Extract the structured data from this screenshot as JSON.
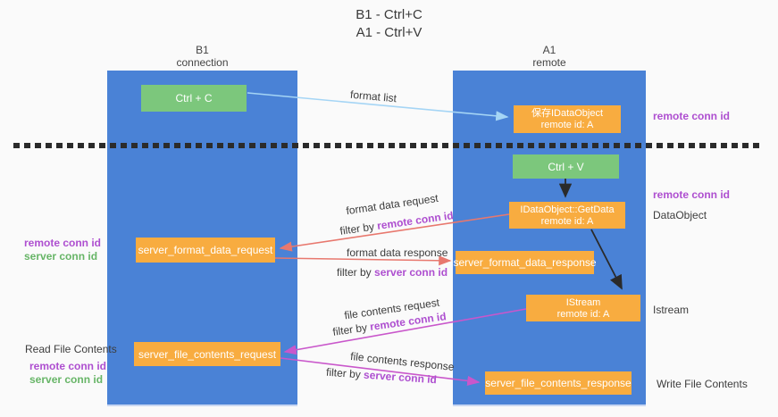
{
  "title": {
    "line1": "B1 - Ctrl+C",
    "line2": "A1 - Ctrl+V"
  },
  "columns": {
    "left": {
      "name": "B1",
      "role": "connection"
    },
    "right": {
      "name": "A1",
      "role": "remote"
    }
  },
  "nodes": {
    "ctrl_c": {
      "label": "Ctrl + C"
    },
    "ctrl_v": {
      "label": "Ctrl + V"
    },
    "save_dataobject": {
      "line1": "保存IDataObject",
      "line2": "remote id: A"
    },
    "getdata": {
      "line1": "IDataObject::GetData",
      "line2": "remote id: A"
    },
    "istream": {
      "line1": "IStream",
      "line2": "remote id: A"
    },
    "format_request": {
      "label": "server_format_data_request"
    },
    "format_response": {
      "label": "server_format_data_response"
    },
    "file_request": {
      "label": "server_file_contents_request"
    },
    "file_response": {
      "label": "server_file_contents_response"
    }
  },
  "side_labels": {
    "right_top_conn": "remote conn id",
    "right_mid_conn": "remote conn id",
    "dataobject": "DataObject",
    "istream": "Istream",
    "write_file": "Write File Contents",
    "left_remote_conn": "remote conn id",
    "left_server_conn": "server conn id",
    "read_file": "Read File Contents",
    "left_remote_conn2": "remote conn id",
    "left_server_conn2": "server conn id"
  },
  "flow_labels": {
    "format_list": "format list",
    "format_request": {
      "line": "format data request",
      "prefix": "filter by ",
      "key": "remote conn id"
    },
    "format_response": {
      "line": "format data response",
      "prefix": "filter by ",
      "key": "server conn id"
    },
    "file_request": {
      "line": "file contents request",
      "prefix": "filter by ",
      "key": "remote conn id"
    },
    "file_response": {
      "line": "file contents response",
      "prefix": "filter by ",
      "key": "server conn id"
    }
  },
  "colors": {
    "background": "#fafafa",
    "column_blue": "#4a82d6",
    "box_green": "#7cc77c",
    "box_orange": "#f8ac40",
    "text_purple": "#ae4fd0",
    "text_green": "#67b567",
    "arrow_red": "#e8786e",
    "arrow_magenta": "#c957cb",
    "arrow_blue": "#a5d5f5",
    "arrow_black": "#2a2a2a",
    "text_dark": "#3d3d3d"
  }
}
